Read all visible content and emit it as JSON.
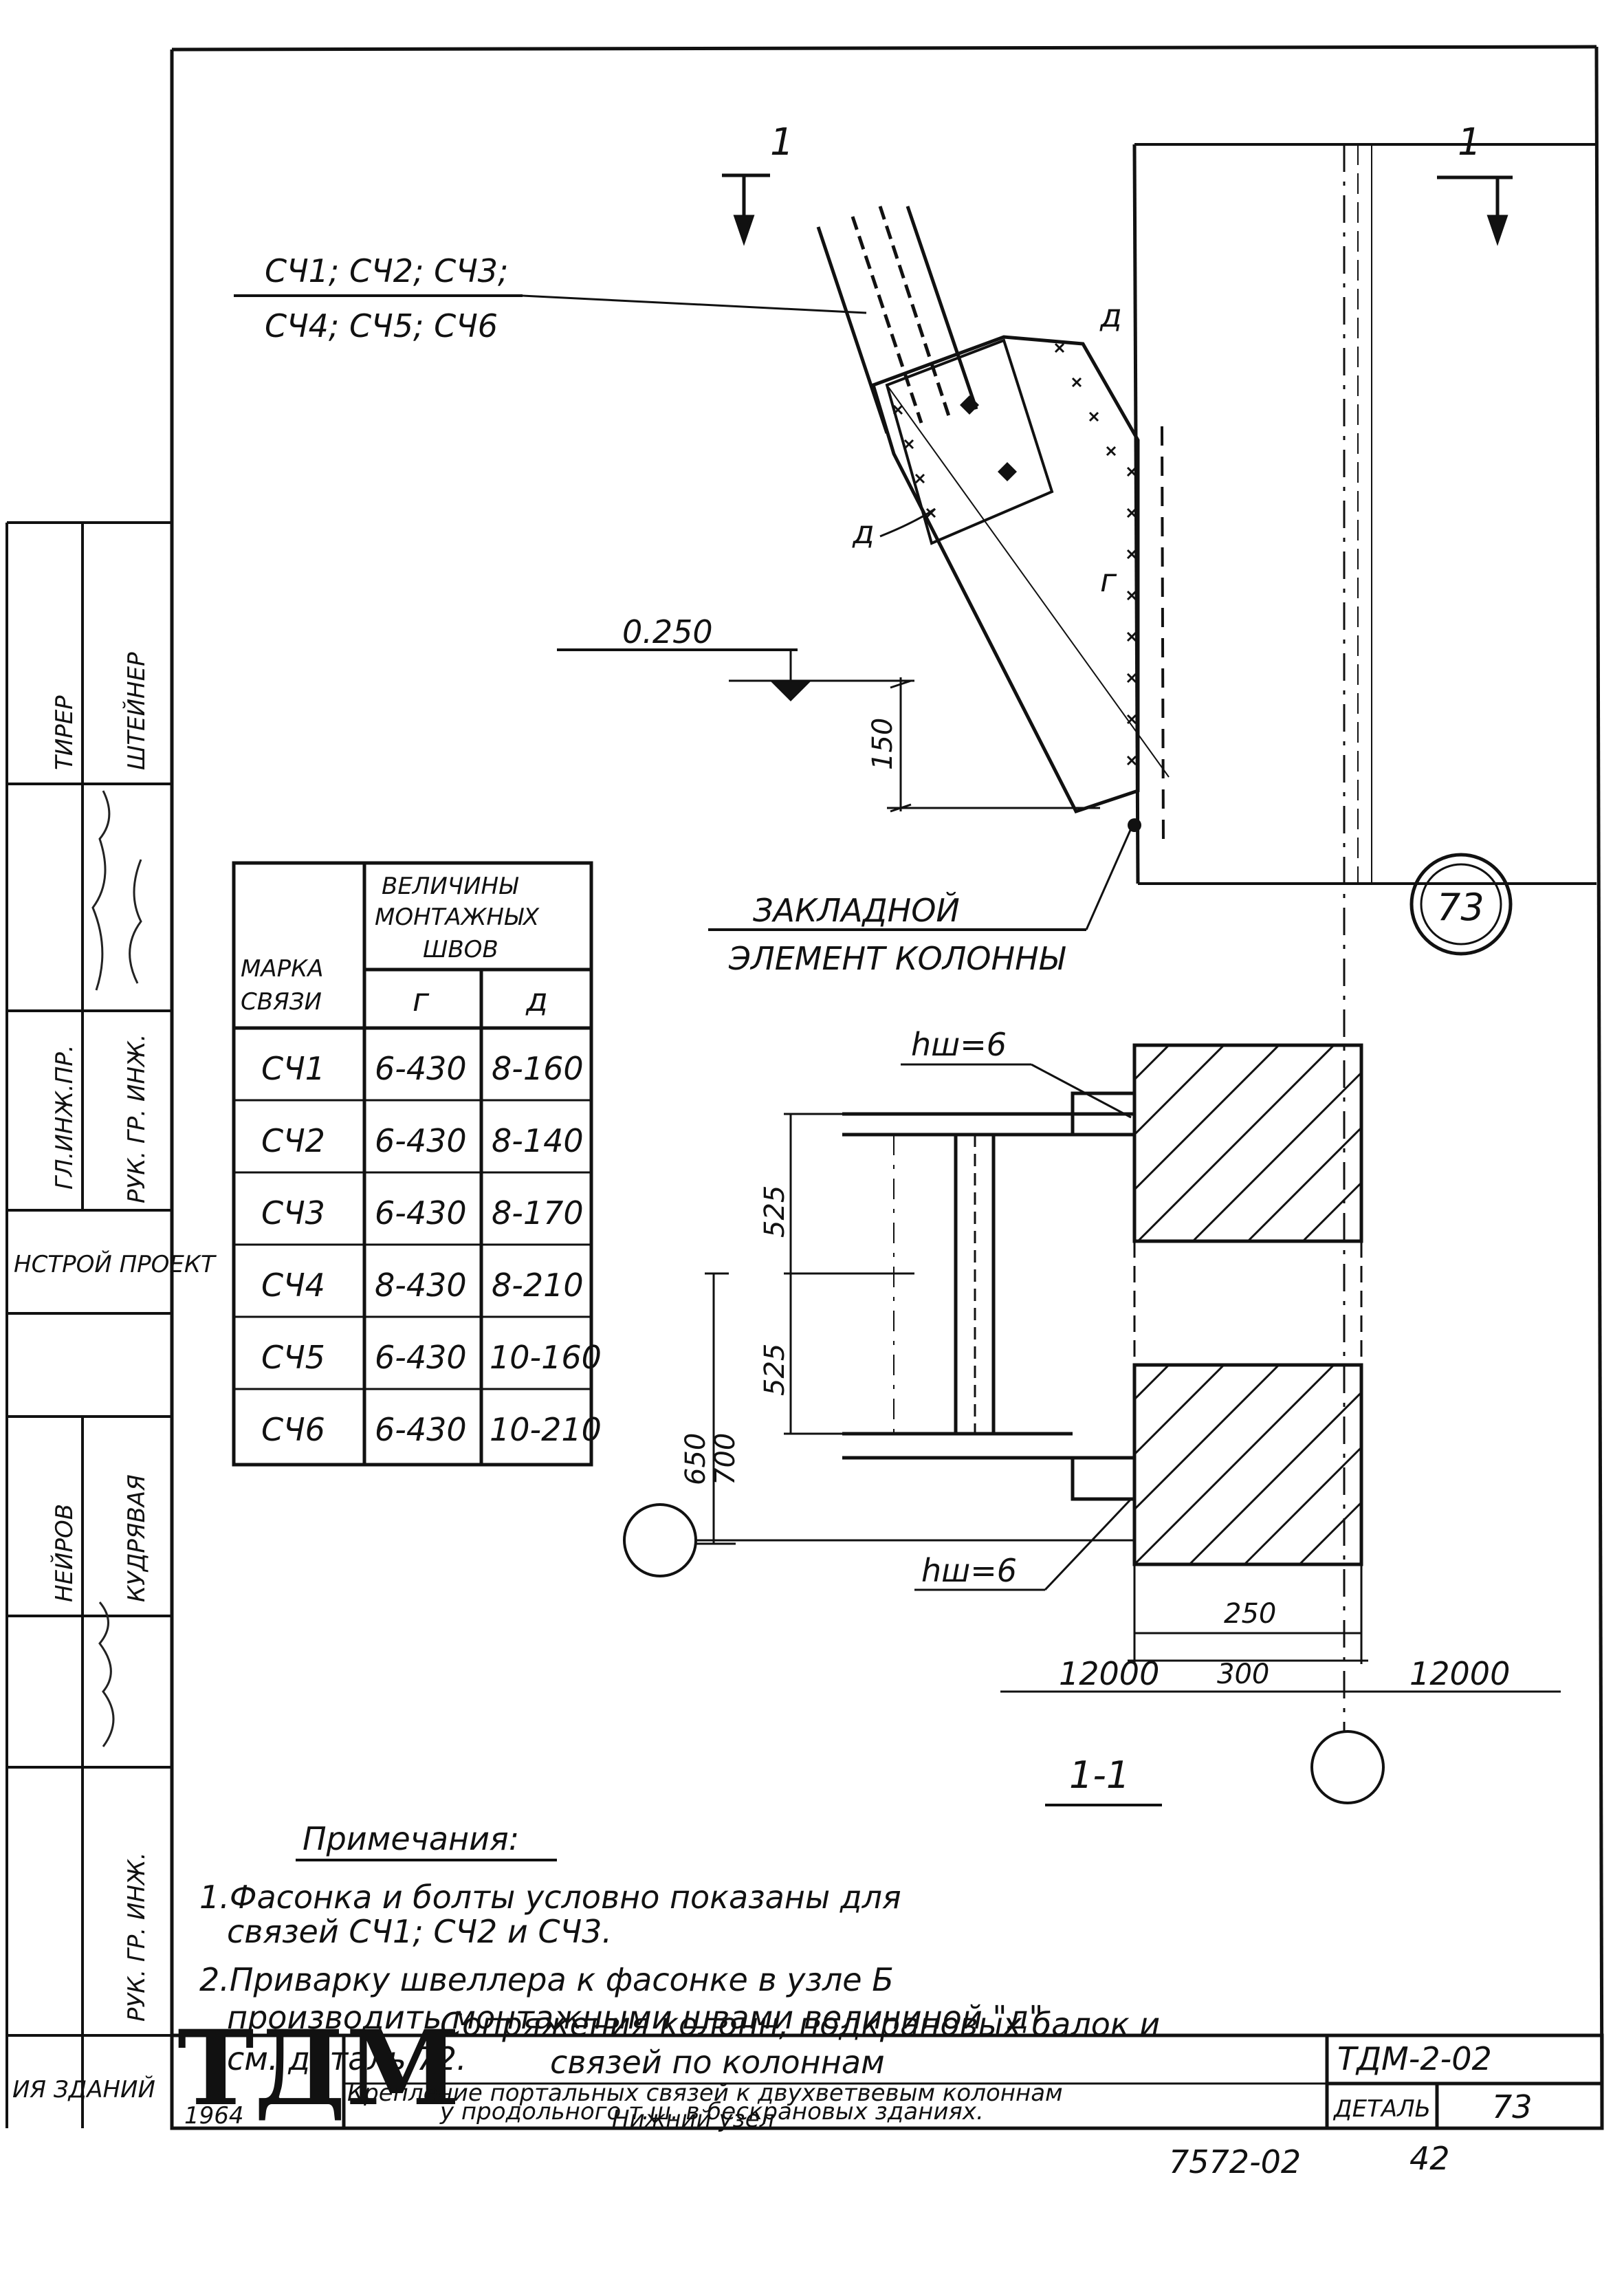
{
  "drawing": {
    "section_mark_left": "1",
    "section_mark_right": "1",
    "brace_marks_line1": "СЧ1; СЧ2; СЧ3;",
    "brace_marks_line2": "СЧ4; СЧ5; СЧ6",
    "weld_label_d1": "д",
    "weld_label_d2": "д",
    "weld_label_g": "г",
    "elevation": "0.250",
    "dim_150": "150",
    "embedded_label_line1": "ЗАКЛАДНОЙ",
    "embedded_label_line2": "ЭЛЕМЕНТ КОЛОННЫ",
    "detail_number": "73",
    "weld_height_top": "hш=6",
    "weld_height_bottom": "hш=6",
    "dim_525_top": "525",
    "dim_525_bottom": "525",
    "dim_650": "650",
    "dim_700": "700",
    "dim_250": "250",
    "dim_300": "300",
    "dim_12000_left": "12000",
    "dim_12000_right": "12000",
    "section_title": "1-1"
  },
  "weld_table": {
    "header_mark": "МАРКА СВЯЗИ",
    "header_mark_l1": "МАРКА",
    "header_mark_l2": "СВЯЗИ",
    "header_group_l1": "ВЕЛИЧИНЫ",
    "header_group_l2": "МОНТАЖНЫХ",
    "header_group_l3": "ШВОВ",
    "col_g": "г",
    "col_d": "д",
    "rows": [
      {
        "mark": "СЧ1",
        "g": "6-430",
        "d": "8-160"
      },
      {
        "mark": "СЧ2",
        "g": "6-430",
        "d": "8-140"
      },
      {
        "mark": "СЧ3",
        "g": "6-430",
        "d": "8-170"
      },
      {
        "mark": "СЧ4",
        "g": "8-430",
        "d": "8-210"
      },
      {
        "mark": "СЧ5",
        "g": "6-430",
        "d": "10-160"
      },
      {
        "mark": "СЧ6",
        "g": "6-430",
        "d": "10-210"
      }
    ]
  },
  "notes": {
    "title": "Примечания:",
    "note1_line1": "1.Фасонка и болты условно показаны для",
    "note1_line2": "связей СЧ1; СЧ2 и СЧ3.",
    "note2_line1": "2.Приварку швеллера к фасонке в узле Б",
    "note2_line2": "производить монтажными швами величиной \"д\",",
    "note2_line3": "см. деталь 72."
  },
  "title_block": {
    "logo": "ТДМ",
    "year": "1964",
    "title_line1": "Сопряжения колонн, подкрановых балок и",
    "title_line2": "связей по колоннам",
    "desc_line1": "Крепление портальных связей к двухветвевым колоннам",
    "desc_line2": "у продольного т.ш. в бескрановых зданиях.",
    "desc_line3": "Нижний узел",
    "code": "ТДМ-2-02",
    "detail_label": "ДЕТАЛЬ",
    "detail_value": "73",
    "footer_number": "7572-02",
    "sheet_number": "42"
  },
  "side_stamp": {
    "cell1_a": "ГЛ.ИНЖ.ПР.",
    "cell1_b": "РУК. ГР. ИНЖ.",
    "cell2_a": "ТИРЕР",
    "cell2_b": "ШТЕЙНЕР",
    "cell3": "НСТРОЙ ПРОЕКТ",
    "cell4_a": "НЕЙРОВ",
    "cell4_b": "КУДРЯВАЯ",
    "cell5": "РУК. ГР. ИНЖ.",
    "cell6": "ИЯ ЗДАНИЙ"
  }
}
